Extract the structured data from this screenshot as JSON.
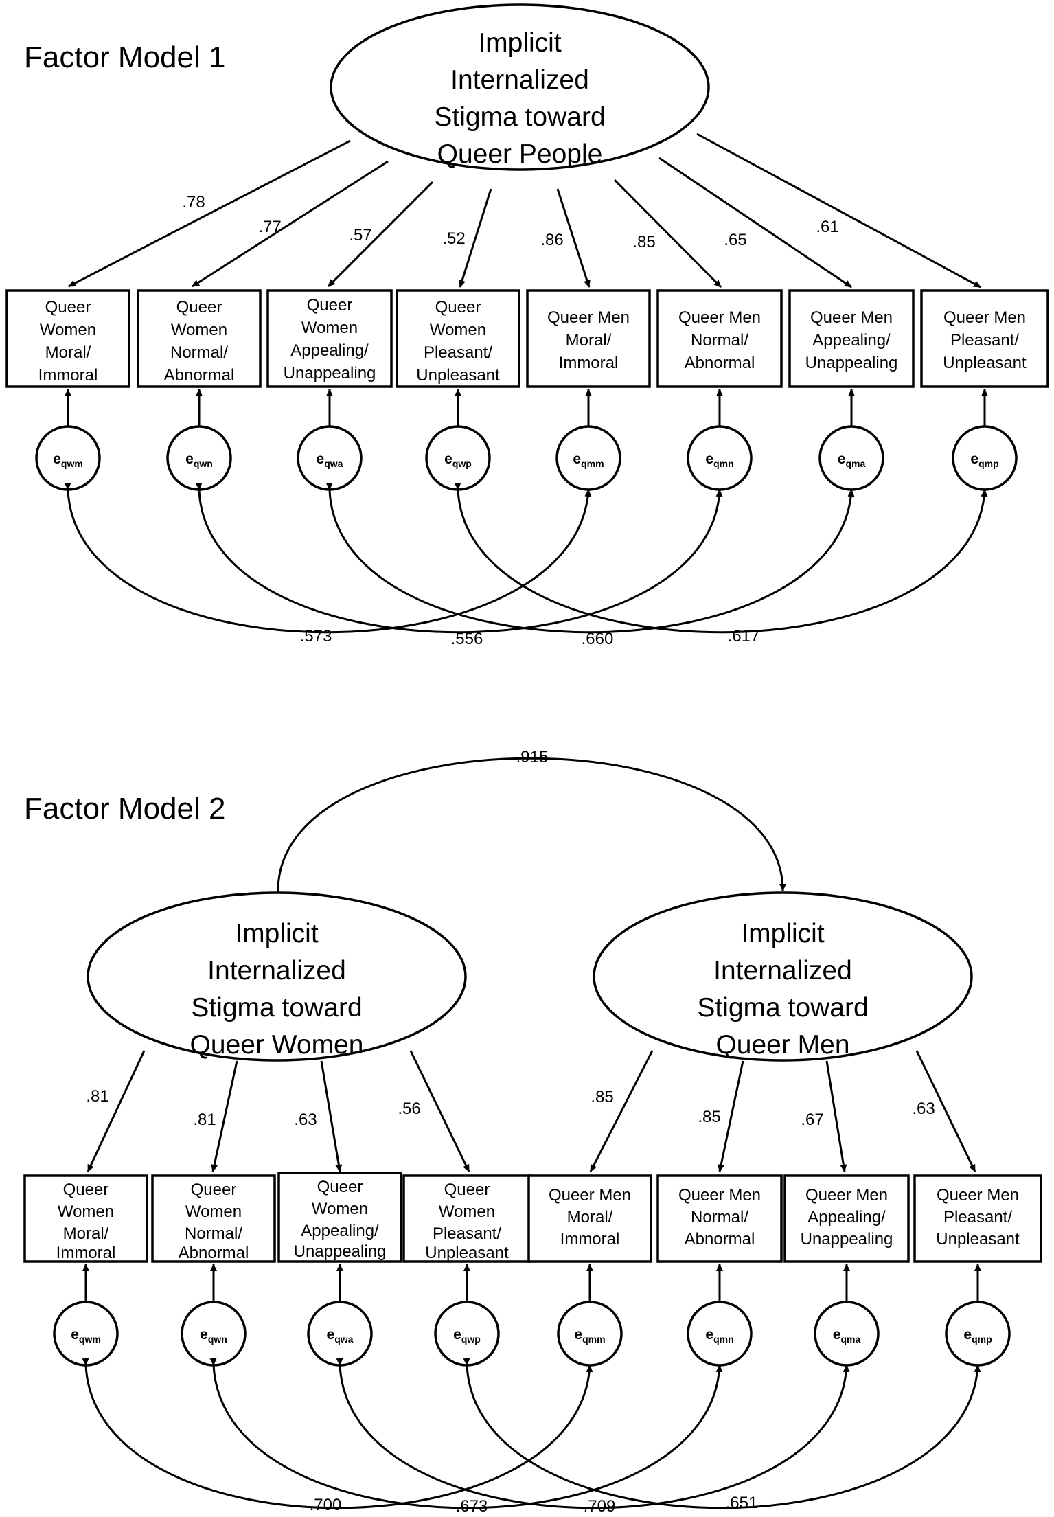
{
  "models": [
    {
      "title": "Factor Model 1",
      "latents": [
        {
          "lines": [
            "Implicit",
            "Internalized",
            "Stigma toward",
            "Queer People"
          ]
        }
      ],
      "loadings": [
        ".78",
        ".77",
        ".57",
        ".52",
        ".86",
        ".85",
        ".65",
        ".61"
      ],
      "error_covariances": [
        ".573",
        ".556",
        ".660",
        ".617"
      ],
      "factor_correlation": null
    },
    {
      "title": "Factor Model 2",
      "latents": [
        {
          "lines": [
            "Implicit",
            "Internalized",
            "Stigma toward",
            "Queer Women"
          ]
        },
        {
          "lines": [
            "Implicit",
            "Internalized",
            "Stigma toward",
            "Queer Men"
          ]
        }
      ],
      "loadings": [
        ".81",
        ".81",
        ".63",
        ".56",
        ".85",
        ".85",
        ".67",
        ".63"
      ],
      "error_covariances": [
        ".700",
        ".673",
        ".709",
        ".651"
      ],
      "factor_correlation": ".915"
    }
  ],
  "indicators": [
    {
      "lines": [
        "Queer",
        "Women",
        "Moral/",
        "Immoral"
      ]
    },
    {
      "lines": [
        "Queer",
        "Women",
        "Normal/",
        "Abnormal"
      ]
    },
    {
      "lines": [
        "Queer",
        "Women",
        "Appealing/",
        "Unappealing"
      ]
    },
    {
      "lines": [
        "Queer",
        "Women",
        "Pleasant/",
        "Unpleasant"
      ]
    },
    {
      "lines": [
        "Queer Men",
        "Moral/",
        "Immoral"
      ]
    },
    {
      "lines": [
        "Queer Men",
        "Normal/",
        "Abnormal"
      ]
    },
    {
      "lines": [
        "Queer Men",
        "Appealing/",
        "Unappealing"
      ]
    },
    {
      "lines": [
        "Queer Men",
        "Pleasant/",
        "Unpleasant"
      ]
    }
  ],
  "errors": [
    {
      "base": "e",
      "sub": "qwm"
    },
    {
      "base": "e",
      "sub": "qwn"
    },
    {
      "base": "e",
      "sub": "qwa"
    },
    {
      "base": "e",
      "sub": "qwp"
    },
    {
      "base": "e",
      "sub": "qmm"
    },
    {
      "base": "e",
      "sub": "qmn"
    },
    {
      "base": "e",
      "sub": "qma"
    },
    {
      "base": "e",
      "sub": "qmp"
    }
  ]
}
